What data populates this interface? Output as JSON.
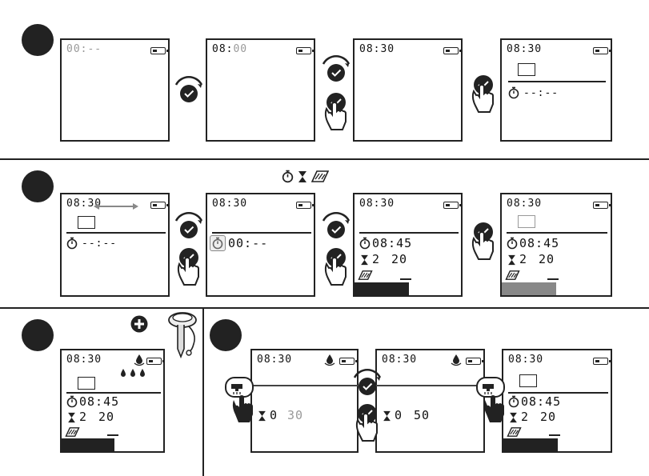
{
  "panel1": {
    "screens": [
      {
        "time_prefix": "",
        "time_dim": "00:--"
      },
      {
        "time_prefix": "08:",
        "time_dim": "00"
      },
      {
        "time_prefix": "08:30",
        "time_dim": ""
      },
      {
        "time_prefix": "08:30",
        "time_dim": "",
        "timer": "--:--"
      }
    ]
  },
  "panel2": {
    "screens": [
      {
        "time": "08:30",
        "timer": "--:--"
      },
      {
        "time": "08:30",
        "timer": "00:--"
      },
      {
        "time": "08:30",
        "start": "08:45",
        "dur_h": "2",
        "dur_m": "20"
      },
      {
        "time": "08:30",
        "start": "08:45",
        "dur_h": "2",
        "dur_m": "20"
      }
    ]
  },
  "panel3": {
    "screen": {
      "time": "08:30",
      "start": "08:45",
      "dur_h": "2",
      "dur_m": "20"
    }
  },
  "panel4": {
    "screens": [
      {
        "time": "08:30",
        "dur_h": "0",
        "dur_m": "30"
      },
      {
        "time": "08:30",
        "dur_h": "0",
        "dur_m": "50"
      },
      {
        "time": "08:30",
        "start": "08:45",
        "dur_h": "2",
        "dur_m": "20"
      }
    ]
  }
}
